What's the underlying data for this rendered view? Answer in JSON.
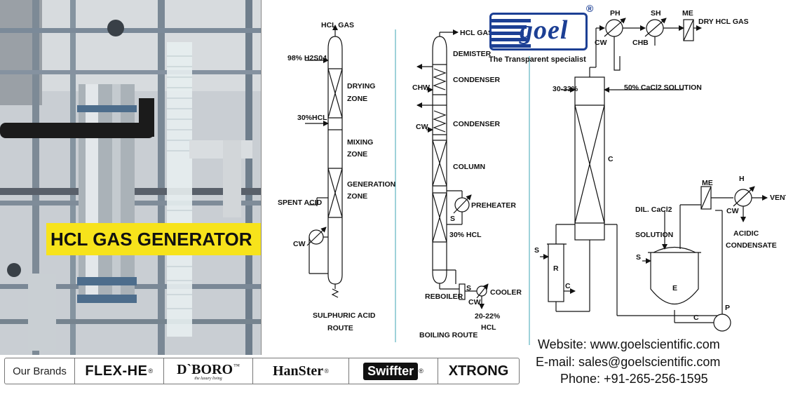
{
  "photo": {
    "title": "HCL GAS GENERATOR"
  },
  "logo": {
    "word": "goel",
    "reg": "®",
    "tagline": "The Transparent specialist"
  },
  "route1": {
    "top_gas": "HCL GAS",
    "acid_in": "98% H2S04",
    "drying_zone": [
      "DRYING",
      "ZONE"
    ],
    "hcl_in": "30%HCL",
    "mixing_zone": [
      "MIXING",
      "ZONE"
    ],
    "generation_zone": [
      "GENERATION",
      "ZONE"
    ],
    "spent_acid": "SPENT ACID",
    "cw": "CW",
    "caption": [
      "SULPHURIC ACID",
      "ROUTE"
    ]
  },
  "route2": {
    "top_gas": "HCL GAS",
    "demister": "DEMISTER",
    "chw": "CHW",
    "condenser1": "CONDENSER",
    "cw": "CW",
    "condenser2": "CONDENSER",
    "column": "COLUMN",
    "preheater": "PREHEATER",
    "s1": "S",
    "hcl_in": "30% HCL",
    "reboiler": "REBOILER",
    "s2": "S",
    "cw2": "CW",
    "cooler": "COOLER",
    "product": [
      "20-22%",
      "HCL"
    ],
    "caption": "BOILING ROUTE"
  },
  "route3": {
    "ph": "PH",
    "sh": "SH",
    "me_top": "ME",
    "dry_hcl": "DRY HCL GAS",
    "cw": "CW",
    "chb": "CHB",
    "feed": "30-33%",
    "cacl_solution": "50% CaCl2 SOLUTION",
    "c": "C",
    "me2": "ME",
    "h": "H",
    "vent": "VENT",
    "dil_cacl": "DIL. CaCl2",
    "solution": "SOLUTION",
    "cw2": "CW",
    "acidic": [
      "ACIDIC",
      "CONDENSATE"
    ],
    "s_r": "S",
    "r": "R",
    "c_small": "C",
    "s_e": "S",
    "e": "E",
    "c_bottom": "C",
    "p": "P"
  },
  "contact": {
    "website": "Website: www.goelscientific.com",
    "email": "E-mail: sales@goelscientific.com",
    "phone": "Phone: +91-265-256-1595"
  },
  "brands": {
    "label": "Our Brands",
    "items": [
      "FLEX-HE",
      "D`BORO",
      "HanSter",
      "Swiffter",
      "XTRONG"
    ],
    "reg": "®",
    "dboro_tm": "™",
    "dboro_sub": "the luxury living"
  },
  "colors": {
    "brand_blue": "#1c3f94",
    "title_yellow": "#f7e31b",
    "divider_teal": "#5fb3c0"
  }
}
